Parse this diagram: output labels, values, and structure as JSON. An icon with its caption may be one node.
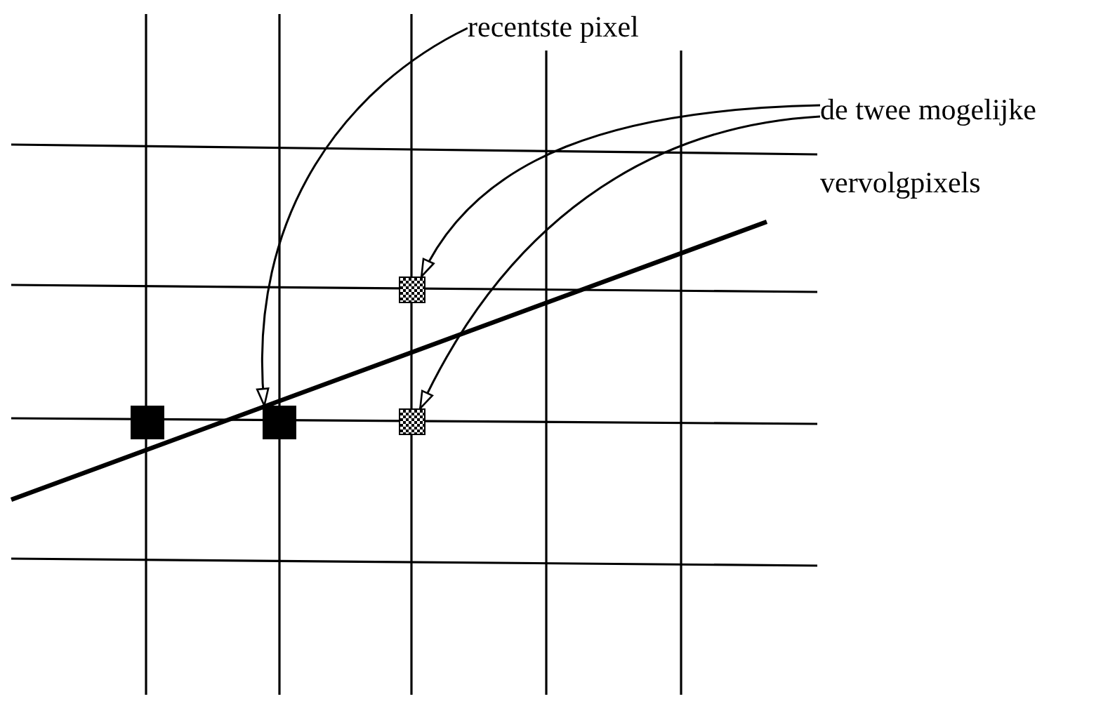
{
  "diagram": {
    "nodes": [
      {
        "text": [
          "recentste pixel"
        ]
      },
      {
        "text": [
          "de twee mogelijke vervolgpixels"
        ]
      },
      {
        "text": [],
        "shape": "box"
      },
      {
        "text": [],
        "shape": "box"
      },
      {
        "text": [],
        "shape": "box"
      },
      {
        "text": [],
        "shape": "box"
      }
    ],
    "edges": [
      {
        "from": 0,
        "to": 3,
        "arrow": "to"
      },
      {
        "from": 1,
        "to": 4,
        "arrow": "to"
      },
      {
        "from": 1,
        "to": 5,
        "arrow": "to"
      }
    ]
  }
}
